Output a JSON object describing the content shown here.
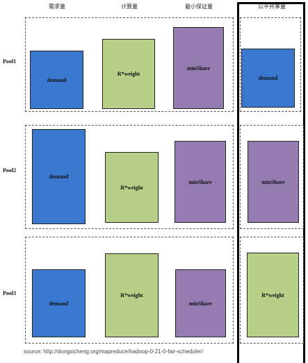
{
  "headers": {
    "demand_col": "需求量",
    "compute_col": "计算量",
    "minshare_col": "最小保证量",
    "fairshare_col": "公平共享量"
  },
  "pools": [
    {
      "name": "Pool1",
      "demand": "demand",
      "compute": "R*weight",
      "minshare": "minShare",
      "fairshare": "demand"
    },
    {
      "name": "Pool2",
      "demand": "demand",
      "compute": "R*weight",
      "minshare": "minShare",
      "fairshare": "minShare"
    },
    {
      "name": "Pool3",
      "demand": "demand",
      "compute": "R*weight",
      "minshare": "minShare",
      "fairshare": "R*weight"
    }
  ],
  "colors": {
    "demand": "#3a78d0",
    "compute": "#b8cf88",
    "minshare": "#947bb0"
  },
  "source": "source: http://dongxicheng.org/mapreduce/hadoop-0-21-0-fair-scheduler/"
}
